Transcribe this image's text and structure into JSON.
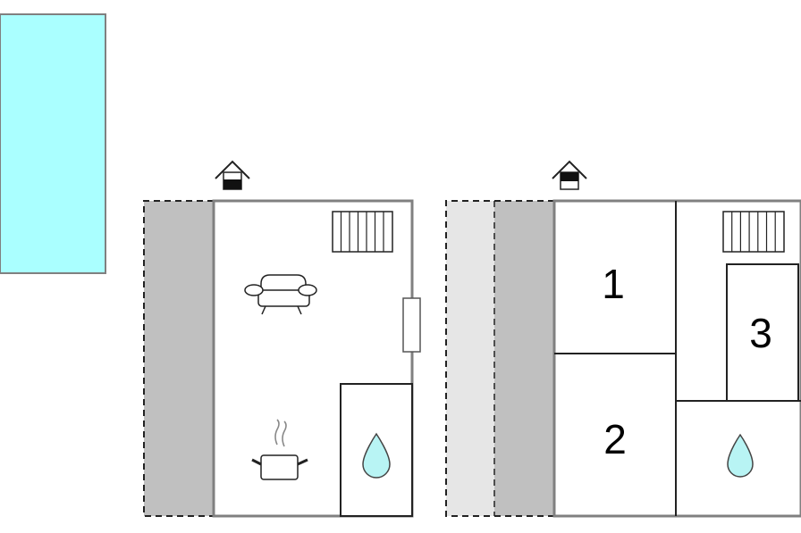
{
  "colors": {
    "pool": "#aaffff",
    "terrace": "#c0c0c0",
    "terrace_light": "#e6e6e6",
    "wall": "#808080",
    "outline": "#333333",
    "water": "#b8f4f4"
  },
  "floor_ground": {
    "icons": [
      "entrance-icon",
      "sofa-icon",
      "radiator-icon",
      "window-icon",
      "cooking-pot-icon",
      "water-drop-icon"
    ]
  },
  "floor_upper": {
    "rooms": [
      {
        "number": "1"
      },
      {
        "number": "2"
      },
      {
        "number": "3"
      }
    ],
    "icons": [
      "entrance-icon",
      "radiator-icon",
      "water-drop-icon"
    ]
  }
}
